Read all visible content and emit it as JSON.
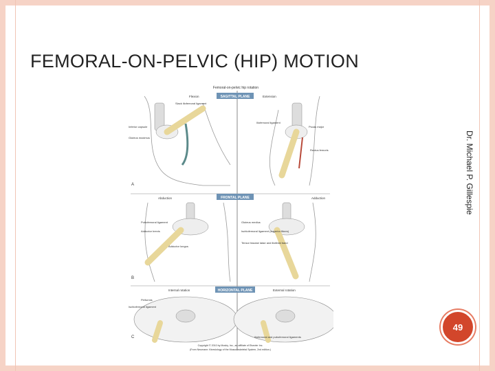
{
  "slide": {
    "title": "FEMORAL-ON-PELVIC (HIP) MOTION",
    "author": "Dr. Michael P. Gillespie",
    "page_number": "49"
  },
  "figure": {
    "heading": "Femoral-on-pelvic hip rotation",
    "planes": {
      "sagittal": "SAGITTAL PLANE",
      "frontal": "FRONTAL PLANE",
      "horizontal": "HORIZONTAL PLANE"
    },
    "panel_a": {
      "letter": "A",
      "flexion": "Flexion",
      "extension": "Extension",
      "slack_ligament": "Slack iliofemoral ligament",
      "inferior_capsule": "Inferior capsule",
      "gluteus_maximus": "Gluteus maximus",
      "iliofemoral_ligament": "Iliofemoral ligament",
      "psoas_major": "Psoas major",
      "rectus_femoris": "Rectus femoris"
    },
    "panel_b": {
      "letter": "B",
      "abduction_left": "Abduction",
      "adduction_right": "Adduction",
      "pubofemoral": "Pubofemoral ligament",
      "adductor_brevis": "Adductor brevis",
      "adductor_longus": "Adductor longus",
      "gluteus_medius": "Gluteus medius",
      "ischiofemoral_superior": "Ischiofemoral ligament (superior fibers)",
      "tensor_fasciae": "Tensor fasciae latae and iliotibial band"
    },
    "panel_c": {
      "letter": "C",
      "internal_rotation": "Internal rotation",
      "external_rotation": "External rotation",
      "piriformis": "Piriformis",
      "ischiofemoral": "Ischiofemoral ligament",
      "iliofemoral_pubofemoral": "Iliofemoral and pubofemoral ligaments"
    },
    "copyright_line1": "Copyright © 2010 by Mosby, Inc., an affiliate of Elsevier Inc.",
    "copyright_line2": "(From Neumann: Kinesiology of the Musculoskeletal System, 2nd edition.)"
  },
  "colors": {
    "border": "#f6d3c6",
    "badge": "#d2462b",
    "plane_label_bg": "#6e93b5",
    "bone": "#f3e6b8"
  }
}
